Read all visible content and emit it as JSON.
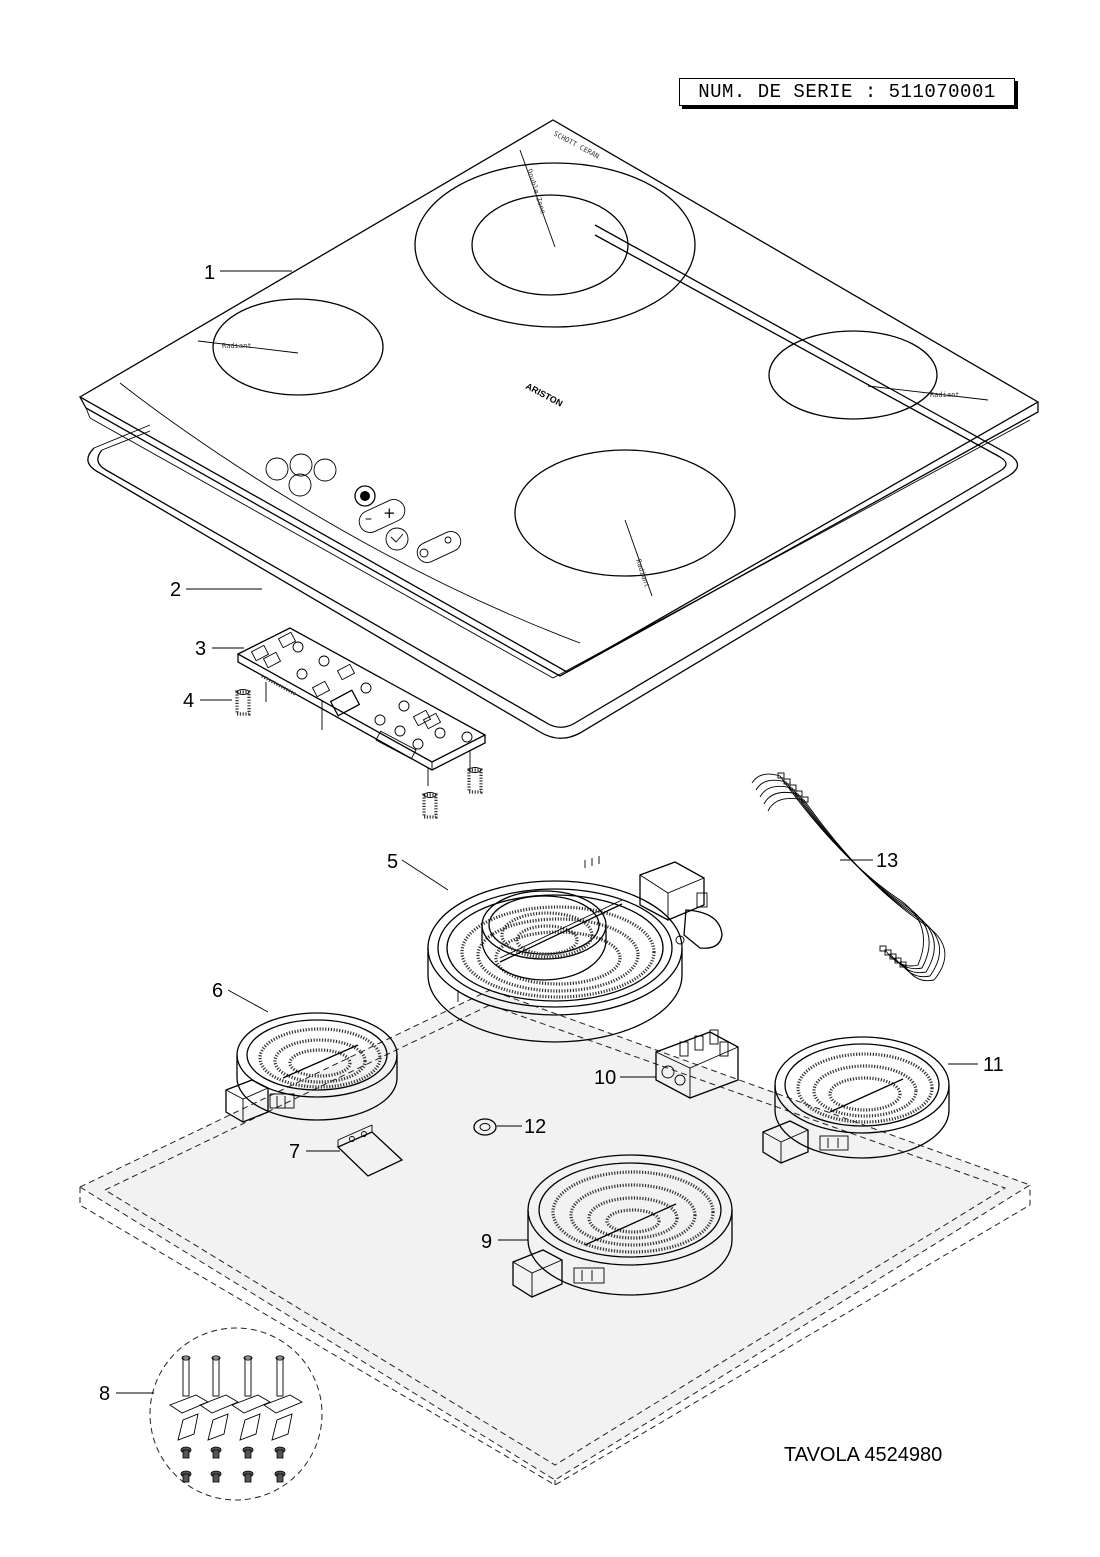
{
  "serial_label": "NUM. DE SERIE : 511070001",
  "tavola_label": "TAVOLA 4524980",
  "brand_logo": "ARISTON",
  "glass_logo": "SCHOTT CERAN",
  "zone_labels": {
    "dual_zone": "Double Zone",
    "left_zone": "Radiant",
    "right_zone": "Radiant",
    "front_zone": "Radiant"
  },
  "callouts": [
    "1",
    "2",
    "3",
    "4",
    "5",
    "6",
    "7",
    "8",
    "9",
    "10",
    "11",
    "12",
    "13"
  ],
  "colors": {
    "stroke": "#000000",
    "base_fill": "#f2f2f2"
  }
}
